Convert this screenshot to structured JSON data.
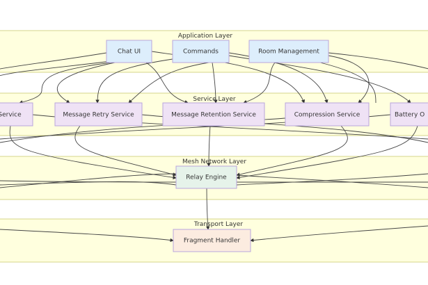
{
  "layers": {
    "application": "Application Layer",
    "service": "Service Layer",
    "mesh": "Mesh Network Layer",
    "transport": "Transport Layer"
  },
  "nodes": {
    "chat_ui": "Chat UI",
    "commands": "Commands",
    "room_management": "Room Management",
    "service_left": "Service",
    "message_retry": "Message Retry Service",
    "message_retention": "Message Retention Service",
    "compression": "Compression Service",
    "battery": "Battery O",
    "relay_engine": "Relay Engine",
    "fragment_handler": "Fragment Handler"
  },
  "colors": {
    "application_node": "#ddeefc",
    "service_node": "#efe2f5",
    "mesh_node": "#e6f3ea",
    "transport_node": "#fcece0",
    "layer_fill": "#ffffde",
    "node_border": "#b9a6dc"
  }
}
